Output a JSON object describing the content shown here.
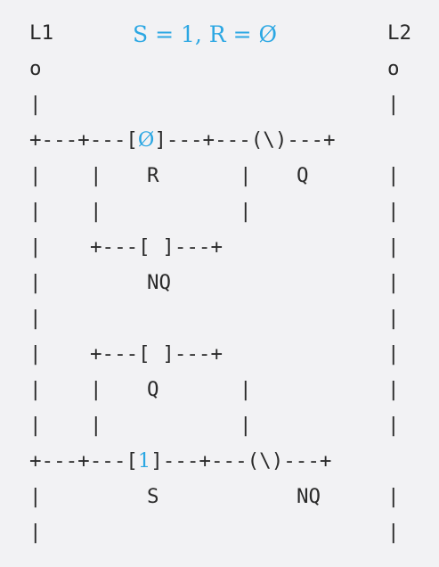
{
  "caption": "S = 1, R = Ø",
  "ladder_text": [
    "L1                   L2",
    "o                    o",
    "|                    |",
    "+---+---[Ø]---+---(\\)---+",
    "|   |   R     |   Q      |",
    "|   |         |          |",
    "|   +---[ ]---+          |",
    "|       NQ               |",
    "|                        |",
    "|   +---[ ]---+          |",
    "|   |   Q     |          |",
    "|   |         |          |",
    "+---+---[1]---+---(\\)---+",
    "|       S         NQ     |",
    "|                        |"
  ],
  "labels": {
    "rail_left": "L1",
    "rail_right": "L2",
    "node_left": "o",
    "node_right": "o",
    "contact_r_value": "Ø",
    "contact_r_label": "R",
    "coil_q_symbol": "(\\)",
    "coil_q_label": "Q",
    "contact_nq_label": "NQ",
    "contact_q_label": "Q",
    "contact_s_value": "1",
    "contact_s_label": "S",
    "coil_nq_symbol": "(\\)",
    "coil_nq_label": "NQ"
  },
  "colors": {
    "text": "#2a2a2a",
    "value_highlight": "#2ba7e3",
    "background": "#f2f2f4"
  }
}
